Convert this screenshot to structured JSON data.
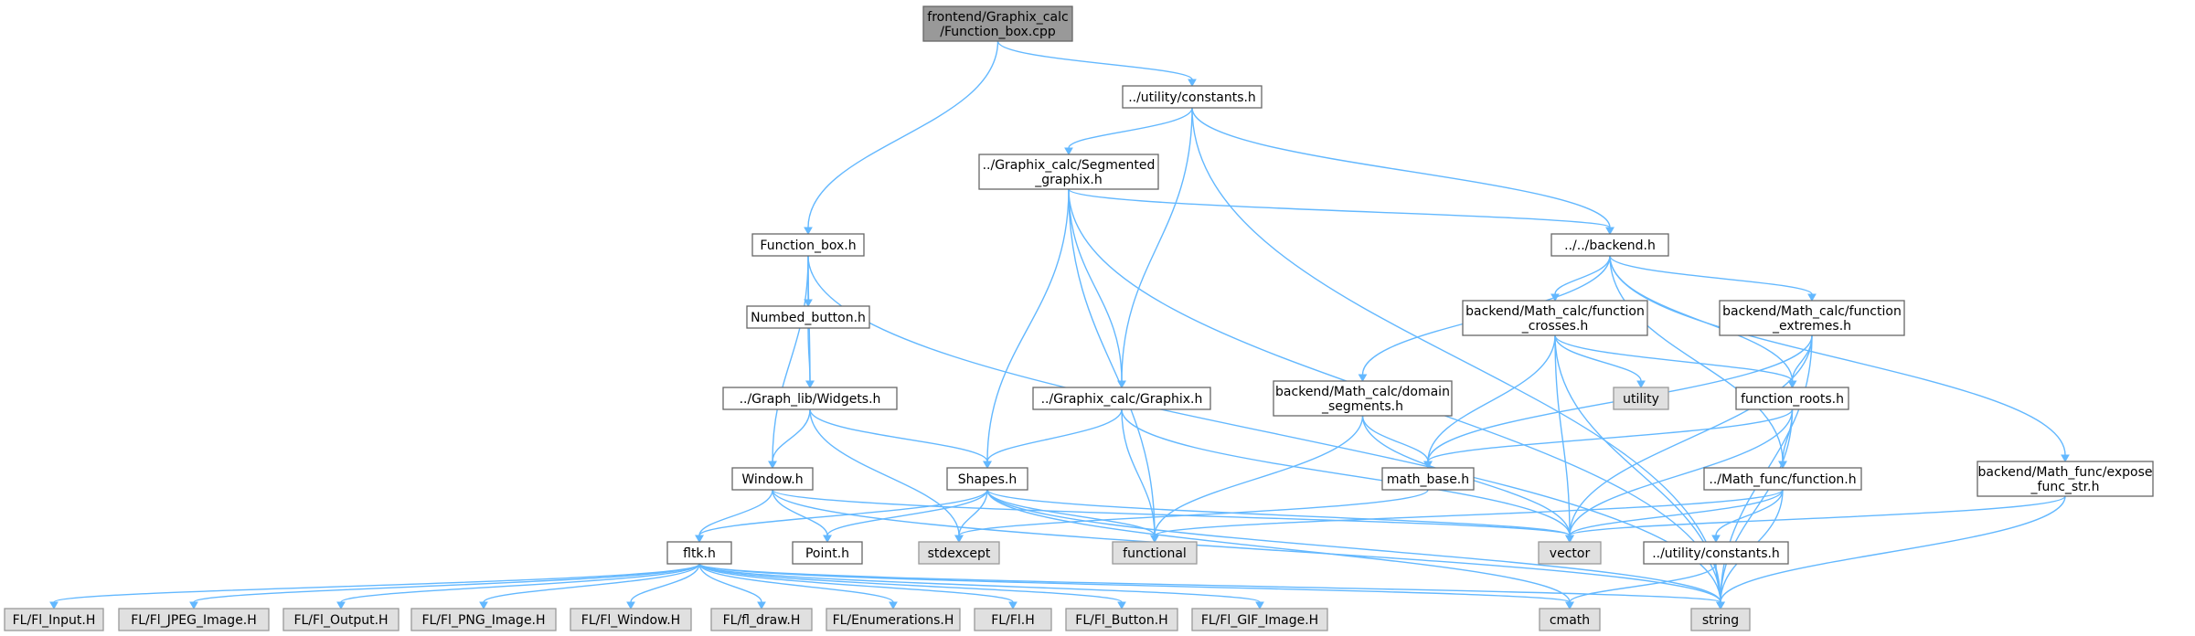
{
  "colors": {
    "root_fill": "#999999",
    "node_fill": "#ffffff",
    "system_header_fill": "#e0e0e0",
    "border": "#666666",
    "edge": "#63b8ff"
  },
  "nodes": [
    {
      "id": "root",
      "lines": [
        "frontend/Graphix_calc",
        "/Function_box.cpp"
      ],
      "kind": "root"
    },
    {
      "id": "utility_constants_top",
      "lines": [
        "../utility/constants.h"
      ],
      "kind": "plain"
    },
    {
      "id": "segmented_graphix",
      "lines": [
        "../Graphix_calc/Segmented",
        "_graphix.h"
      ],
      "kind": "plain"
    },
    {
      "id": "function_box_h",
      "lines": [
        "Function_box.h"
      ],
      "kind": "plain"
    },
    {
      "id": "backend",
      "lines": [
        "../../backend.h"
      ],
      "kind": "plain"
    },
    {
      "id": "numbered_button",
      "lines": [
        "Numbed_button.h"
      ],
      "kind": "plain"
    },
    {
      "id": "function_crosses",
      "lines": [
        "backend/Math_calc/function",
        "_crosses.h"
      ],
      "kind": "plain"
    },
    {
      "id": "function_extremes",
      "lines": [
        "backend/Math_calc/function",
        "_extremes.h"
      ],
      "kind": "plain"
    },
    {
      "id": "widgets",
      "lines": [
        "../Graph_lib/Widgets.h"
      ],
      "kind": "plain"
    },
    {
      "id": "graphix",
      "lines": [
        "../Graphix_calc/Graphix.h"
      ],
      "kind": "plain"
    },
    {
      "id": "domain_segments",
      "lines": [
        "backend/Math_calc/domain",
        "_segments.h"
      ],
      "kind": "plain"
    },
    {
      "id": "utility_sys",
      "lines": [
        "utility"
      ],
      "kind": "sys"
    },
    {
      "id": "function_roots",
      "lines": [
        "function_roots.h"
      ],
      "kind": "plain"
    },
    {
      "id": "window_h",
      "lines": [
        "Window.h"
      ],
      "kind": "plain"
    },
    {
      "id": "shapes",
      "lines": [
        "Shapes.h"
      ],
      "kind": "plain"
    },
    {
      "id": "math_base",
      "lines": [
        "math_base.h"
      ],
      "kind": "plain"
    },
    {
      "id": "math_function",
      "lines": [
        "../Math_func/function.h"
      ],
      "kind": "plain"
    },
    {
      "id": "expose_func",
      "lines": [
        "backend/Math_func/expose",
        "_func_str.h"
      ],
      "kind": "plain"
    },
    {
      "id": "fltk",
      "lines": [
        "fltk.h"
      ],
      "kind": "plain"
    },
    {
      "id": "point",
      "lines": [
        "Point.h"
      ],
      "kind": "plain"
    },
    {
      "id": "stdexcept",
      "lines": [
        "stdexcept"
      ],
      "kind": "sys"
    },
    {
      "id": "functional",
      "lines": [
        "functional"
      ],
      "kind": "sys"
    },
    {
      "id": "vector",
      "lines": [
        "vector"
      ],
      "kind": "sys"
    },
    {
      "id": "utility_constants_low",
      "lines": [
        "../utility/constants.h"
      ],
      "kind": "plain"
    },
    {
      "id": "fl_input",
      "lines": [
        "FL/Fl_Input.H"
      ],
      "kind": "sys"
    },
    {
      "id": "fl_jpeg",
      "lines": [
        "FL/Fl_JPEG_Image.H"
      ],
      "kind": "sys"
    },
    {
      "id": "fl_output",
      "lines": [
        "FL/Fl_Output.H"
      ],
      "kind": "sys"
    },
    {
      "id": "fl_png",
      "lines": [
        "FL/Fl_PNG_Image.H"
      ],
      "kind": "sys"
    },
    {
      "id": "fl_window",
      "lines": [
        "FL/Fl_Window.H"
      ],
      "kind": "sys"
    },
    {
      "id": "fl_draw",
      "lines": [
        "FL/fl_draw.H"
      ],
      "kind": "sys"
    },
    {
      "id": "fl_enum",
      "lines": [
        "FL/Enumerations.H"
      ],
      "kind": "sys"
    },
    {
      "id": "fl_fl",
      "lines": [
        "FL/Fl.H"
      ],
      "kind": "sys"
    },
    {
      "id": "fl_button",
      "lines": [
        "FL/Fl_Button.H"
      ],
      "kind": "sys"
    },
    {
      "id": "fl_gif",
      "lines": [
        "FL/Fl_GIF_Image.H"
      ],
      "kind": "sys"
    },
    {
      "id": "cmath",
      "lines": [
        "cmath"
      ],
      "kind": "sys"
    },
    {
      "id": "string",
      "lines": [
        "string"
      ],
      "kind": "sys"
    }
  ],
  "edges": [
    [
      "root",
      "function_box_h"
    ],
    [
      "root",
      "utility_constants_top"
    ],
    [
      "utility_constants_top",
      "segmented_graphix"
    ],
    [
      "utility_constants_top",
      "backend"
    ],
    [
      "utility_constants_top",
      "graphix"
    ],
    [
      "utility_constants_top",
      "string"
    ],
    [
      "segmented_graphix",
      "backend"
    ],
    [
      "segmented_graphix",
      "graphix"
    ],
    [
      "segmented_graphix",
      "shapes"
    ],
    [
      "segmented_graphix",
      "functional"
    ],
    [
      "segmented_graphix",
      "string"
    ],
    [
      "function_box_h",
      "numbered_button"
    ],
    [
      "function_box_h",
      "widgets"
    ],
    [
      "function_box_h",
      "window_h"
    ],
    [
      "function_box_h",
      "string"
    ],
    [
      "numbered_button",
      "widgets"
    ],
    [
      "widgets",
      "window_h"
    ],
    [
      "widgets",
      "shapes"
    ],
    [
      "widgets",
      "stdexcept"
    ],
    [
      "backend",
      "function_crosses"
    ],
    [
      "backend",
      "function_extremes"
    ],
    [
      "backend",
      "domain_segments"
    ],
    [
      "backend",
      "function_roots"
    ],
    [
      "backend",
      "math_function"
    ],
    [
      "backend",
      "expose_func"
    ],
    [
      "function_crosses",
      "utility_sys"
    ],
    [
      "function_crosses",
      "function_roots"
    ],
    [
      "function_crosses",
      "math_base"
    ],
    [
      "function_crosses",
      "vector"
    ],
    [
      "function_crosses",
      "string"
    ],
    [
      "function_extremes",
      "function_roots"
    ],
    [
      "function_extremes",
      "math_base"
    ],
    [
      "function_extremes",
      "vector"
    ],
    [
      "function_extremes",
      "string"
    ],
    [
      "function_roots",
      "math_base"
    ],
    [
      "function_roots",
      "math_function"
    ],
    [
      "function_roots",
      "vector"
    ],
    [
      "function_roots",
      "string"
    ],
    [
      "domain_segments",
      "math_base"
    ],
    [
      "domain_segments",
      "functional"
    ],
    [
      "domain_segments",
      "vector"
    ],
    [
      "math_base",
      "stdexcept"
    ],
    [
      "math_function",
      "utility_constants_low"
    ],
    [
      "math_function",
      "vector"
    ],
    [
      "math_function",
      "string"
    ],
    [
      "math_function",
      "functional"
    ],
    [
      "expose_func",
      "vector"
    ],
    [
      "expose_func",
      "string"
    ],
    [
      "utility_constants_low",
      "cmath"
    ],
    [
      "utility_constants_low",
      "string"
    ],
    [
      "graphix",
      "shapes"
    ],
    [
      "graphix",
      "functional"
    ],
    [
      "graphix",
      "vector"
    ],
    [
      "window_h",
      "fltk"
    ],
    [
      "window_h",
      "point"
    ],
    [
      "window_h",
      "vector"
    ],
    [
      "window_h",
      "string"
    ],
    [
      "shapes",
      "fltk"
    ],
    [
      "shapes",
      "point"
    ],
    [
      "shapes",
      "stdexcept"
    ],
    [
      "shapes",
      "functional"
    ],
    [
      "shapes",
      "vector"
    ],
    [
      "shapes",
      "string"
    ],
    [
      "shapes",
      "cmath"
    ],
    [
      "fltk",
      "fl_input"
    ],
    [
      "fltk",
      "fl_jpeg"
    ],
    [
      "fltk",
      "fl_output"
    ],
    [
      "fltk",
      "fl_png"
    ],
    [
      "fltk",
      "fl_window"
    ],
    [
      "fltk",
      "fl_draw"
    ],
    [
      "fltk",
      "fl_enum"
    ],
    [
      "fltk",
      "fl_fl"
    ],
    [
      "fltk",
      "fl_button"
    ],
    [
      "fltk",
      "fl_gif"
    ],
    [
      "fltk",
      "cmath"
    ],
    [
      "fltk",
      "string"
    ]
  ]
}
